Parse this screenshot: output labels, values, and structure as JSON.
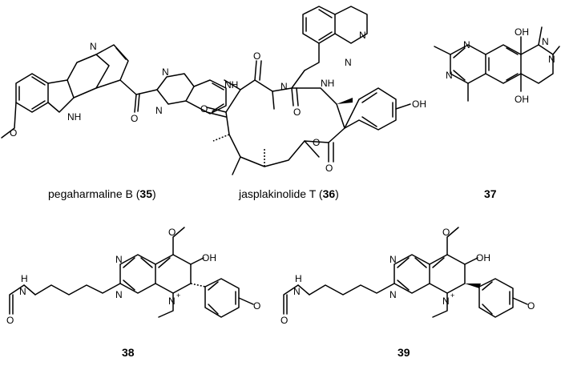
{
  "compounds": [
    {
      "id": "35",
      "name": "pegaharmaline B",
      "number": "35"
    },
    {
      "id": "36",
      "name": "jasplakinolide T",
      "number": "36"
    },
    {
      "id": "37",
      "name": "",
      "number": "37"
    },
    {
      "id": "38",
      "name": "",
      "number": "38"
    },
    {
      "id": "39",
      "name": "",
      "number": "39"
    }
  ],
  "atoms": {
    "N": "N",
    "NH": "NH",
    "O": "O",
    "OH": "OH",
    "H": "H",
    "plus": "+"
  }
}
